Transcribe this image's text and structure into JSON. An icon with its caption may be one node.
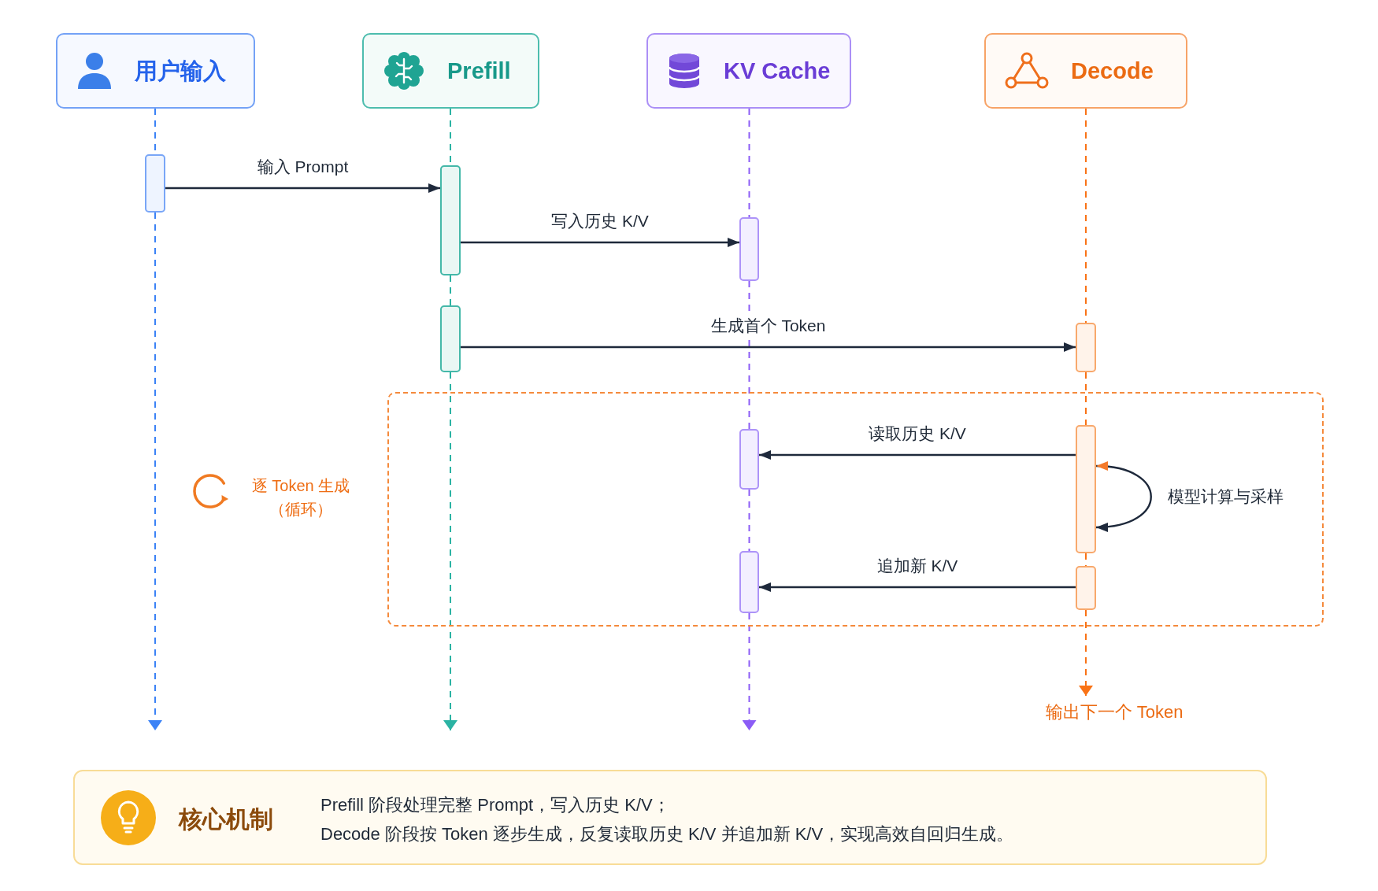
{
  "diagram": {
    "nodes": [
      {
        "text": [
          "用户输入"
        ]
      },
      {
        "text": [
          "Prefill"
        ]
      },
      {
        "text": [
          "KV Cache"
        ]
      },
      {
        "text": [
          "Decode"
        ]
      },
      {
        "text": [],
        "shape": "bar"
      },
      {
        "text": [],
        "shape": "bar"
      },
      {
        "text": [],
        "shape": "bar"
      },
      {
        "text": [],
        "shape": "bar"
      },
      {
        "text": [],
        "shape": "bar"
      },
      {
        "text": [
          "逐 Token 生成（循环）"
        ]
      },
      {
        "text": [],
        "shape": "bar",
        "in": 9
      },
      {
        "text": [],
        "shape": "bar",
        "in": 9
      },
      {
        "text": [],
        "shape": "bar",
        "in": 9
      },
      {
        "text": [],
        "shape": "bar",
        "in": 9
      },
      {
        "text": [
          "输出下一个 Token"
        ]
      },
      {
        "text": [
          "核心机制",
          "Prefill 阶段处理完整 Prompt，写入历史 K/V；",
          "Decode 阶段按 Token 逐步生成，反复读取历史 K/V 并追加新 K/V，实现高效自回归生成。"
        ]
      }
    ],
    "edges": [
      {
        "from": 0,
        "to": 4,
        "arrow": "none",
        "style": "dashed",
        "color": "#3b82f6"
      },
      {
        "from": 4,
        "to": null,
        "arrow": "to",
        "style": "dashed",
        "color": "#3b82f6"
      },
      {
        "from": 1,
        "to": 5,
        "arrow": "none",
        "style": "dashed",
        "color": "#2bb3a3"
      },
      {
        "from": 5,
        "to": 7,
        "arrow": "none",
        "style": "dashed",
        "color": "#2bb3a3"
      },
      {
        "from": 7,
        "to": null,
        "arrow": "to",
        "style": "dashed",
        "color": "#2bb3a3"
      },
      {
        "from": 2,
        "to": 6,
        "arrow": "none",
        "style": "dashed",
        "color": "#8b5cf6"
      },
      {
        "from": 6,
        "to": 10,
        "arrow": "none",
        "style": "dashed",
        "color": "#8b5cf6"
      },
      {
        "from": 10,
        "to": 12,
        "arrow": "none",
        "style": "dashed",
        "color": "#8b5cf6"
      },
      {
        "from": 12,
        "to": null,
        "arrow": "to",
        "style": "dashed",
        "color": "#8b5cf6"
      },
      {
        "from": 3,
        "to": 8,
        "arrow": "none",
        "style": "dashed",
        "color": "#f97316"
      },
      {
        "from": 8,
        "to": 11,
        "arrow": "none",
        "style": "dashed",
        "color": "#f97316"
      },
      {
        "from": 11,
        "to": 13,
        "arrow": "none",
        "style": "dashed",
        "color": "#f97316"
      },
      {
        "from": 13,
        "to": 14,
        "arrow": "to",
        "style": "dashed",
        "color": "#f97316"
      },
      {
        "from": 4,
        "to": 5,
        "arrow": "to",
        "label": "输入 Prompt"
      },
      {
        "from": 5,
        "to": 6,
        "arrow": "to",
        "label": "写入历史 K/V"
      },
      {
        "from": 7,
        "to": 8,
        "arrow": "to",
        "label": "生成首个 Token"
      },
      {
        "from": 11,
        "to": 10,
        "arrow": "to",
        "label": "读取历史 K/V"
      },
      {
        "from": 11,
        "to": 11,
        "arrow": "both",
        "label": "模型计算与采样"
      },
      {
        "from": 13,
        "to": 12,
        "arrow": "to",
        "label": "追加新 K/V"
      }
    ]
  }
}
